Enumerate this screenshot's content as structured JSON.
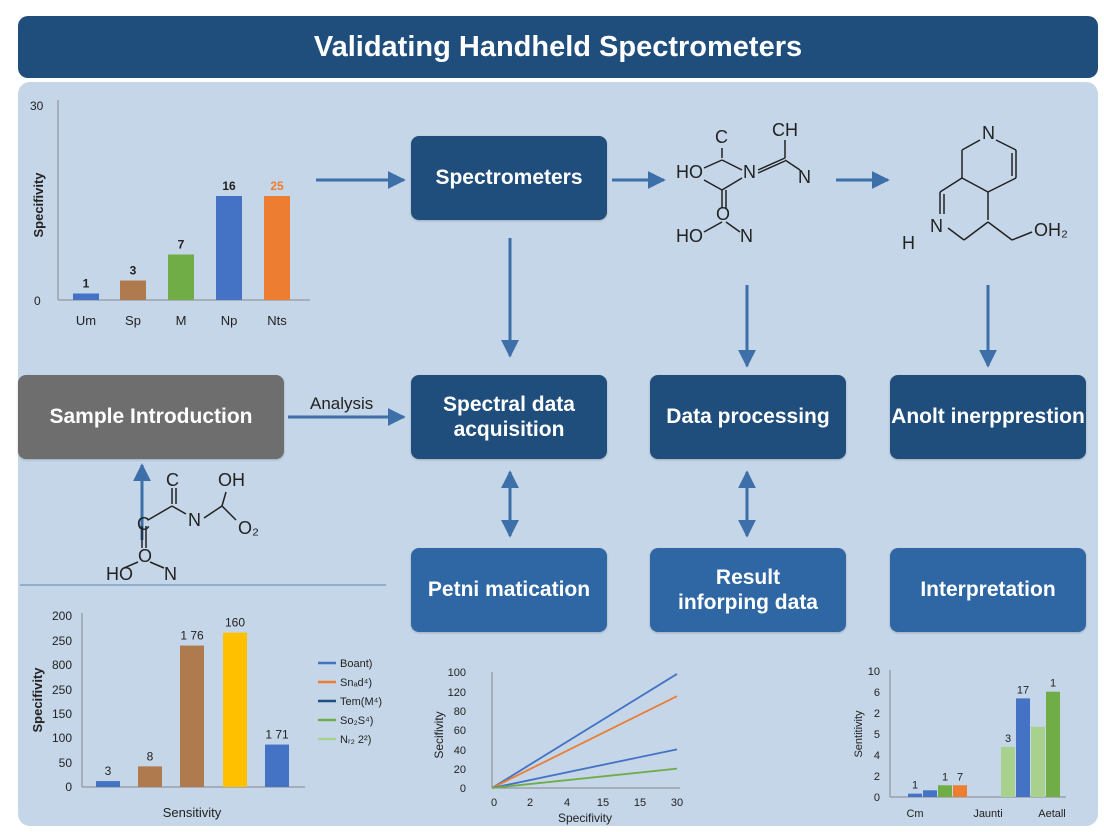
{
  "title": "Validating Handheld Spectrometers",
  "flow": {
    "spectrometers": "Spectrometers",
    "sample_intro": "Sample Introduction",
    "analysis_label": "Analysis",
    "acquisition": "Spectral data acquisition",
    "processing": "Data processing",
    "interp_top": "Anolt inerpprestion",
    "petni": "Petni matication",
    "result": "Result inforping data",
    "interpretation": "Interpretation"
  },
  "molecules": {
    "m1": {
      "c_top": "C",
      "ch": "CH",
      "ho1": "HO",
      "n1": "N",
      "n2": "N",
      "o": "O",
      "ho2": "HO",
      "n3": "N"
    },
    "m2": {
      "n_top": "N",
      "h": "H",
      "n": "N",
      "oh2": "OH₂"
    },
    "m3": {
      "c": "C",
      "oh": "OH",
      "c2": "C",
      "n": "N",
      "o2": "O₂",
      "o": "O",
      "ho": "HO",
      "n2": "N"
    }
  },
  "colors": {
    "title_bg": "#1f4e7d",
    "panel_bg": "#c5d6e8",
    "arrow": "#3d6fa8",
    "bar_blue": "#4472c4",
    "bar_orange": "#ed7d31",
    "bar_green": "#70ad47",
    "bar_brown": "#b07a4f",
    "bar_gold": "#ffc000",
    "bar_lightgreen": "#a9d18e"
  },
  "chart_data": [
    {
      "type": "bar",
      "ylabel": "Specifivity",
      "yticks": [
        "30",
        "0"
      ],
      "ylim": [
        0,
        30
      ],
      "categories": [
        "Um",
        "Sp",
        "M",
        "Np",
        "Nts"
      ],
      "values": [
        1,
        3,
        7,
        16,
        16
      ],
      "value_labels": [
        "1",
        "3",
        "7",
        "16",
        "25"
      ],
      "bar_colors": [
        "#4472c4",
        "#b07a4f",
        "#70ad47",
        "#4472c4",
        "#ed7d31"
      ],
      "label_colors": [
        "#222222",
        "#222222",
        "#222222",
        "#222222",
        "#ed7d31"
      ]
    },
    {
      "type": "bar",
      "ylabel": "Specifivity",
      "xlabel": "Sensitivity",
      "yticks": [
        "200",
        "250",
        "800",
        "250",
        "150",
        "100",
        "50",
        "0"
      ],
      "ylim": [
        0,
        280
      ],
      "values": [
        10,
        35,
        240,
        262,
        72
      ],
      "value_labels": [
        "3",
        "8",
        "1 76",
        "160",
        "1 71"
      ],
      "bar_colors": [
        "#4472c4",
        "#b07a4f",
        "#b07a4f",
        "#ffc000",
        "#4472c4"
      ],
      "legend": [
        {
          "name": "Boant)",
          "color": "#4472c4"
        },
        {
          "name": "Snₐd⁴)",
          "color": "#ed7d31"
        },
        {
          "name": "Tem(M⁴)",
          "color": "#1f4e7d"
        },
        {
          "name": "So₂S⁴)",
          "color": "#70ad47"
        },
        {
          "name": "Nᵣ₂ 2²)",
          "color": "#a9d18e"
        }
      ]
    },
    {
      "type": "line",
      "xlabel": "Specifivity",
      "ylabel": "Secifivity",
      "x_ticks": [
        "0",
        "2",
        "4",
        "15",
        "15",
        "30"
      ],
      "y_ticks": [
        "100",
        "120",
        "80",
        "60",
        "40",
        "20",
        "0"
      ],
      "ylim": [
        0,
        120
      ],
      "series": [
        {
          "color": "#4472c4",
          "end": 118
        },
        {
          "color": "#ed7d31",
          "end": 95
        },
        {
          "color": "#4472c4",
          "end": 40
        },
        {
          "color": "#70ad47",
          "end": 20
        }
      ]
    },
    {
      "type": "bar",
      "ylabel": "Sentitivity",
      "yticks": [
        "10",
        "6",
        "2",
        "5",
        "4",
        "2",
        "0"
      ],
      "ylim": [
        0,
        10
      ],
      "categories": [
        "Cm",
        "Jaunti",
        "Aetall"
      ],
      "groups": [
        {
          "values": [
            0.2,
            0.4,
            0.7,
            0.7
          ],
          "colors": [
            "#4472c4",
            "#4472c4",
            "#70ad47",
            "#ed7d31"
          ],
          "labels": [
            "1",
            "",
            "1",
            "7"
          ]
        },
        {
          "values": [
            3.0,
            5.9,
            4.2,
            6.3
          ],
          "colors": [
            "#a9d18e",
            "#4472c4",
            "#a9d18e",
            "#70ad47"
          ],
          "labels": [
            "3",
            "17",
            "",
            "1"
          ]
        }
      ]
    }
  ]
}
